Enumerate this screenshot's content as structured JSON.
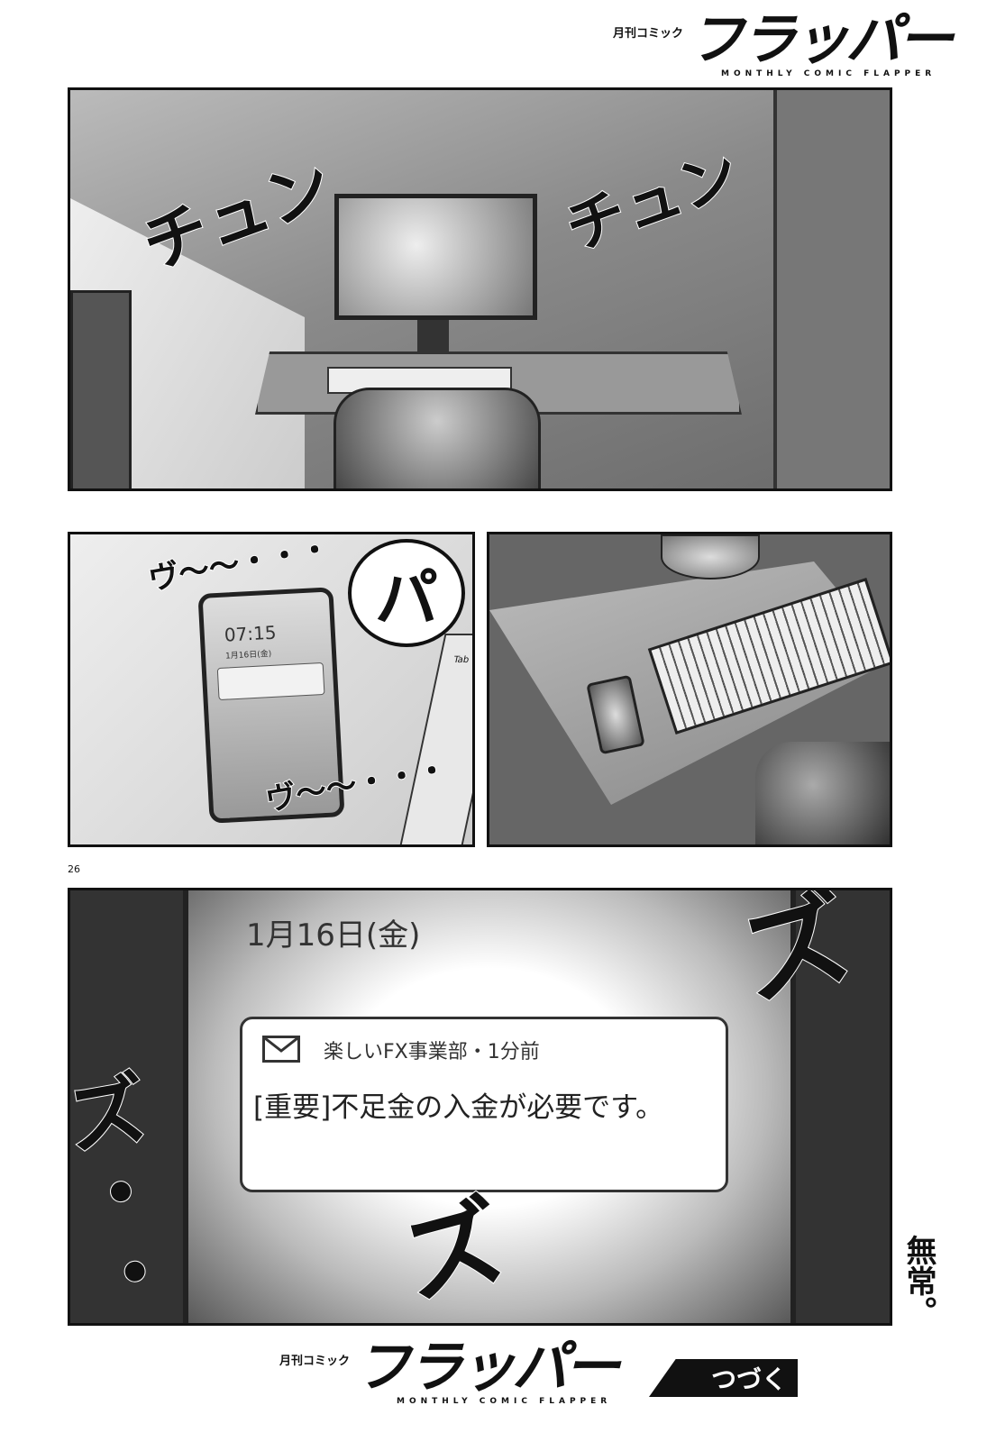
{
  "header_logo": {
    "prefix": "月刊コミック",
    "title": "フラッパー",
    "subtitle": "MONTHLY COMIC FLAPPER"
  },
  "panel1": {
    "sfx_left": "チュン",
    "sfx_right": "チュン"
  },
  "panel2": {
    "sfx_top": "ヴ〜〜・・・",
    "sfx_bottom": "ヴ〜〜・・・",
    "sfx_bubble": "パ",
    "phone": {
      "time": "07:15",
      "date": "1月16日(金)"
    },
    "keyboard_key": "Tab"
  },
  "page_number": "26",
  "panel4": {
    "date": "1月16日(金)",
    "notification": {
      "icon": "envelope-icon",
      "sender": "楽しいFX事業部・1分前",
      "message": "[重要]不足金の入金が必要です。"
    },
    "sfx": [
      "ズ",
      "ズ",
      "ズ・・・"
    ]
  },
  "caption_vertical": "無常。",
  "footer_logo": {
    "prefix": "月刊コミック",
    "title": "フラッパー",
    "subtitle": "MONTHLY COMIC FLAPPER",
    "badge": "つづく"
  }
}
